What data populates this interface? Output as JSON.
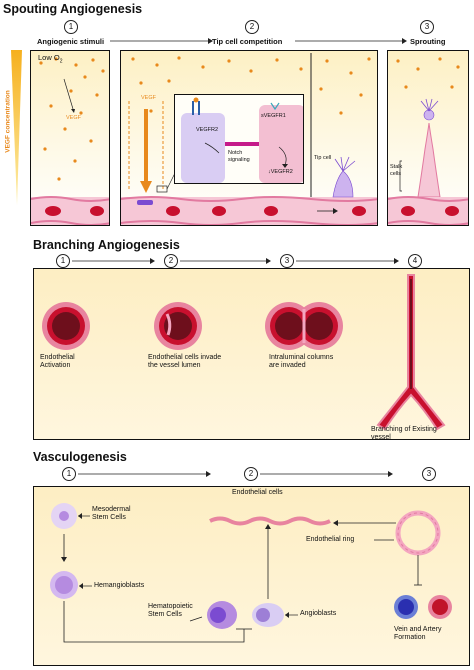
{
  "sections": {
    "sprouting": {
      "title": "Spouting Angiogenesis",
      "steps": [
        {
          "num": "1",
          "label": "Angiogenic stimuli"
        },
        {
          "num": "2",
          "label": "Tip cell competition"
        },
        {
          "num": "3",
          "label": "Sprouting"
        }
      ],
      "axis_label": "VEGF concentration",
      "low_o2": "Low O",
      "low_o2_sub": "2",
      "vegf_label": "VEGF",
      "vegf_label_2": "VEGF",
      "vegfr2_left": "VEGFR2",
      "svegfr1": "sVEGFR1",
      "notch": "Notch\nsignaling",
      "vegfr2_down": "↓VEGFR2",
      "tip_cell": "Tip cell",
      "stalk_cells": "Stalk\ncells"
    },
    "branching": {
      "title": "Branching Angiogenesis",
      "steps": [
        "1",
        "2",
        "3",
        "4"
      ],
      "labels": [
        "Endothelial\nActivation",
        "Endothelial cells invade\nthe vessel lumen",
        "Intraluminal columns\nare invaded",
        "Branching of Existing\nvessel"
      ]
    },
    "vasculogenesis": {
      "title": "Vasculogenesis",
      "steps": [
        "1",
        "2",
        "3"
      ],
      "labels": {
        "mesodermal": "Mesodermal\nStem Cells",
        "hemangioblasts": "Hemangioblasts",
        "hematopoietic": "Hematopoietic\nStem Cells",
        "angioblasts": "Angioblasts",
        "endothelial_cells": "Endothelial cells",
        "endothelial_ring": "Endothelial ring",
        "vein_artery": "Vein and Artery\nFormation"
      }
    }
  },
  "colors": {
    "vessel_red": "#c8102e",
    "endo_pink": "#f4a6c0",
    "cell_purple": "#b58be0",
    "vegf_orange": "#e8891c",
    "vein_blue": "#2a2fb0",
    "artery_red": "#c0142a"
  }
}
